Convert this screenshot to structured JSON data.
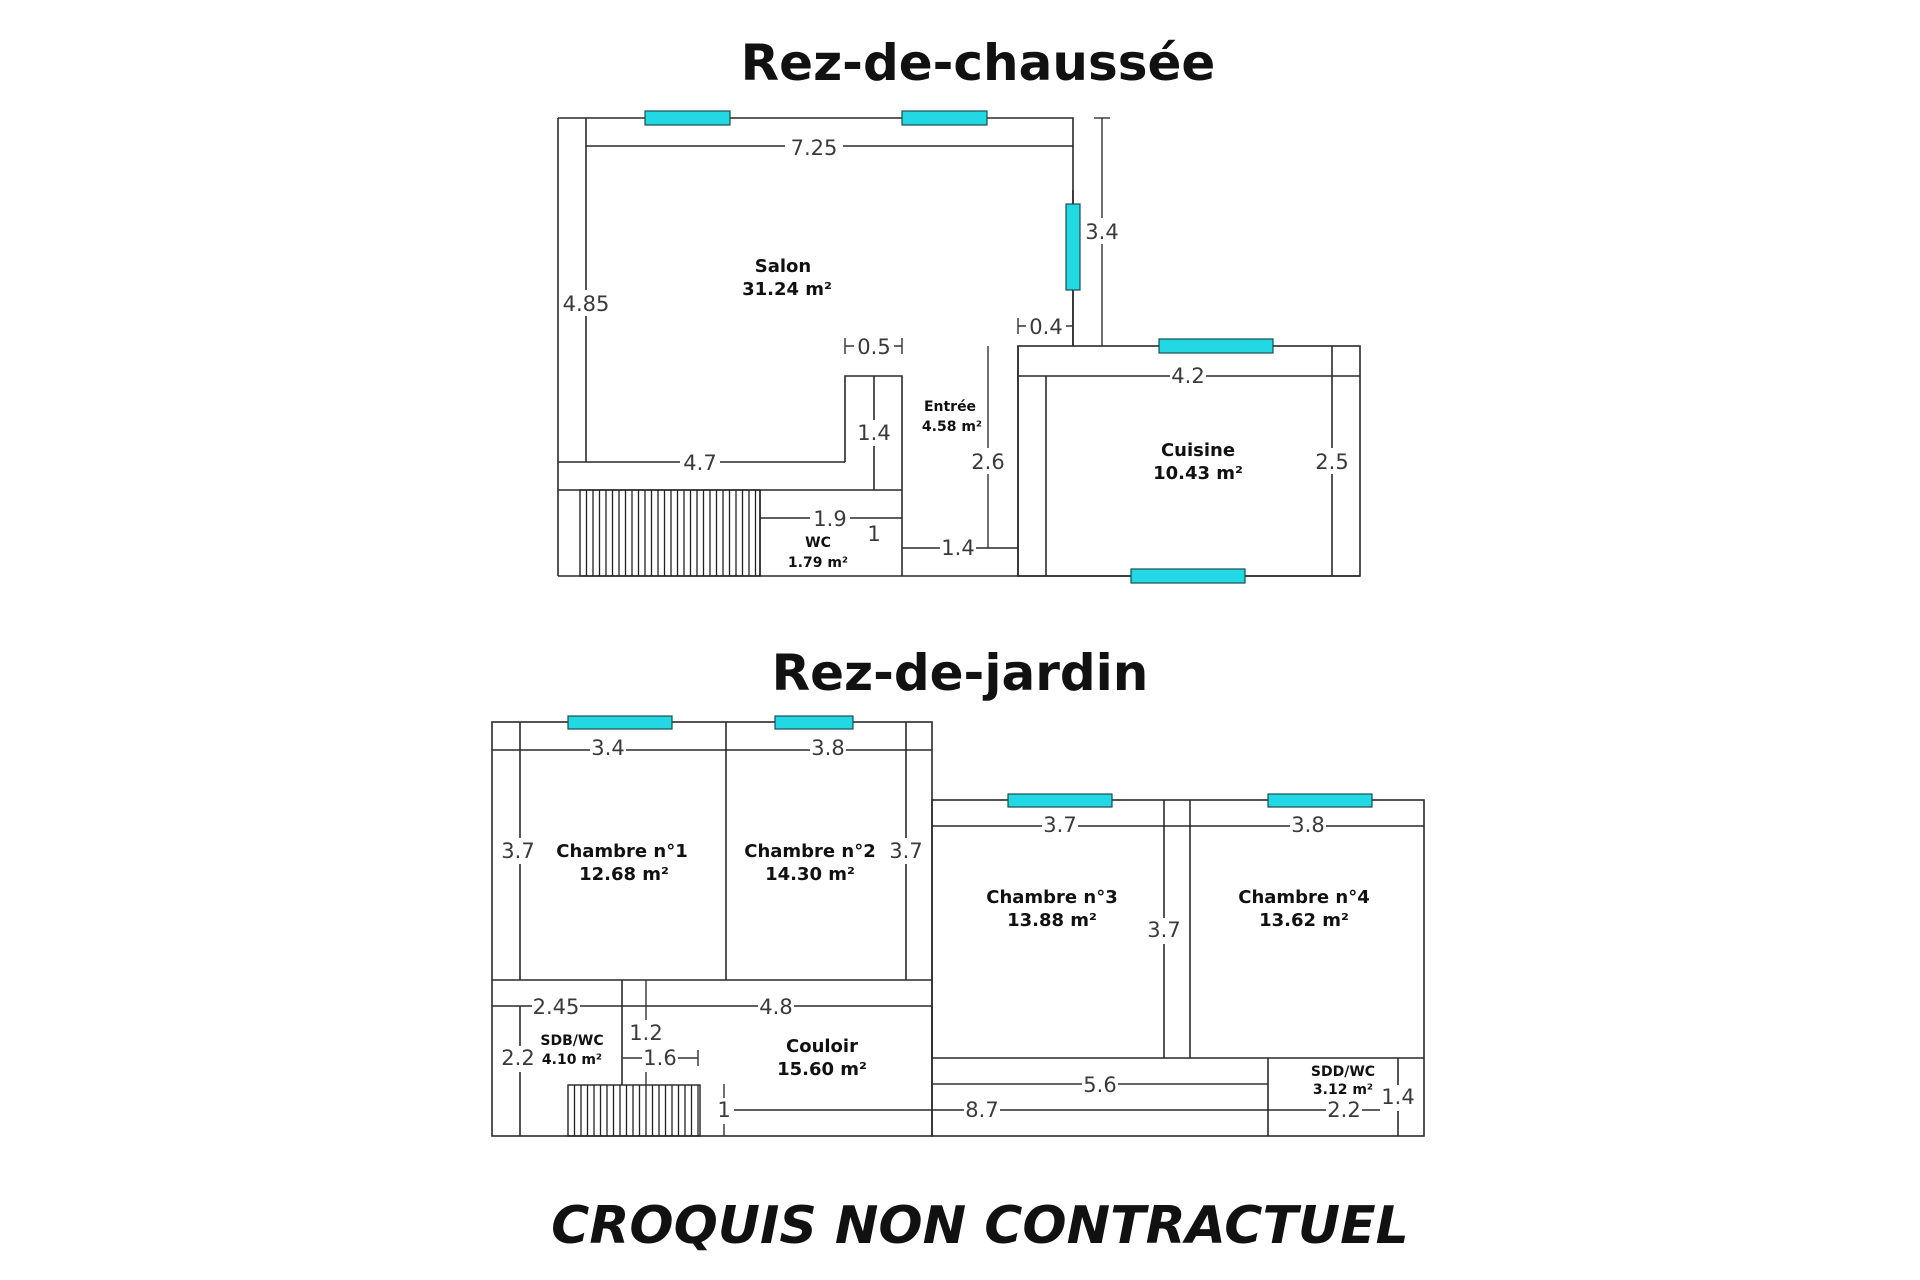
{
  "titles": {
    "ground_floor": "Rez-de-chaussée",
    "garden_floor": "Rez-de-jardin",
    "footer": "CROQUIS NON CONTRACTUEL"
  },
  "colors": {
    "window": "#22d8e3",
    "wall": "#2a2a2a"
  },
  "ground_floor": {
    "rooms": {
      "salon": {
        "name": "Salon",
        "area": "31.24 m²"
      },
      "entree": {
        "name": "Entrée",
        "area": "4.58 m²"
      },
      "cuisine": {
        "name": "Cuisine",
        "area": "10.43 m²"
      },
      "wc": {
        "name": "WC",
        "area": "1.79 m²"
      }
    },
    "dimensions": {
      "salon_width": "7.25",
      "salon_height": "4.85",
      "salon_bottom": "4.7",
      "right_wing": "3.4",
      "offset_04": "0.4",
      "offset_05": "0.5",
      "entree_wall": "1.4",
      "entree_height": "2.6",
      "wc_width": "1.9",
      "wc_depth": "1",
      "passage": "1.4",
      "cuisine_width": "4.2",
      "cuisine_height": "2.5"
    }
  },
  "garden_floor": {
    "rooms": {
      "chambre1": {
        "name": "Chambre n°1",
        "area": "12.68 m²"
      },
      "chambre2": {
        "name": "Chambre n°2",
        "area": "14.30 m²"
      },
      "chambre3": {
        "name": "Chambre n°3",
        "area": "13.88 m²"
      },
      "chambre4": {
        "name": "Chambre n°4",
        "area": "13.62 m²"
      },
      "couloir": {
        "name": "Couloir",
        "area": "15.60 m²"
      },
      "sdb": {
        "name": "SDB/WC",
        "area": "4.10 m²"
      },
      "sdd": {
        "name": "SDD/WC",
        "area": "3.12 m²"
      }
    },
    "dimensions": {
      "ch1_width": "3.4",
      "ch2_width": "3.8",
      "ch1_height": "3.7",
      "ch2_height": "3.7",
      "ch3_width": "3.7",
      "ch4_width": "3.8",
      "ch34_height": "3.7",
      "sdb_width": "2.45",
      "couloir_top": "4.8",
      "sdb_height": "2.2",
      "stair_v": "1.2",
      "stair_h": "1.6",
      "couloir_inner": "5.6",
      "stair_small": "1",
      "total_bottom": "8.7",
      "sdd_width": "2.2",
      "sdd_height": "1.4"
    }
  }
}
